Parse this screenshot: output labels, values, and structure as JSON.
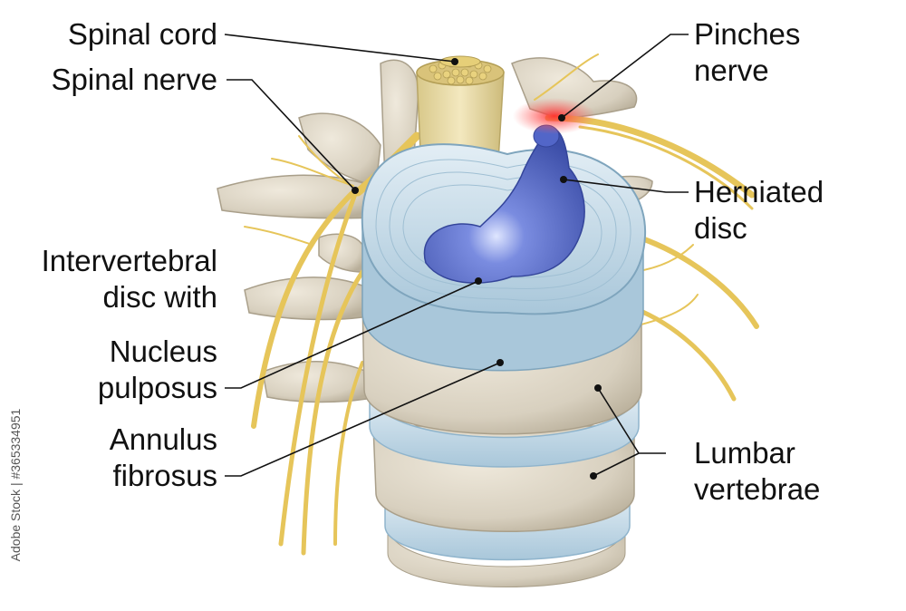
{
  "labels": {
    "spinal_cord": "Spinal cord",
    "spinal_nerve": "Spinal nerve",
    "intervertebral_line1": "Intervertebral",
    "intervertebral_line2": "disc with",
    "nucleus_line1": "Nucleus",
    "nucleus_line2": "pulposus",
    "annulus_line1": "Annulus",
    "annulus_line2": "fibrosus",
    "pinches_line1": "Pinches",
    "pinches_line2": "nerve",
    "herniated_line1": "Herniated",
    "herniated_line2": "disc",
    "lumbar_line1": "Lumbar",
    "lumbar_line2": "vertebrae"
  },
  "credit": "Adobe Stock | #365334951",
  "colors": {
    "bone": "#ddd6c6",
    "bone_shadow": "#b9b09c",
    "disc": "#c5dcea",
    "disc_edge": "#8fb4cc",
    "nucleus": "#4a5fc0",
    "nerve": "#e6c55a",
    "cord": "#efe0a8",
    "inflammation": "#ff4a4a",
    "leader": "#111111"
  }
}
